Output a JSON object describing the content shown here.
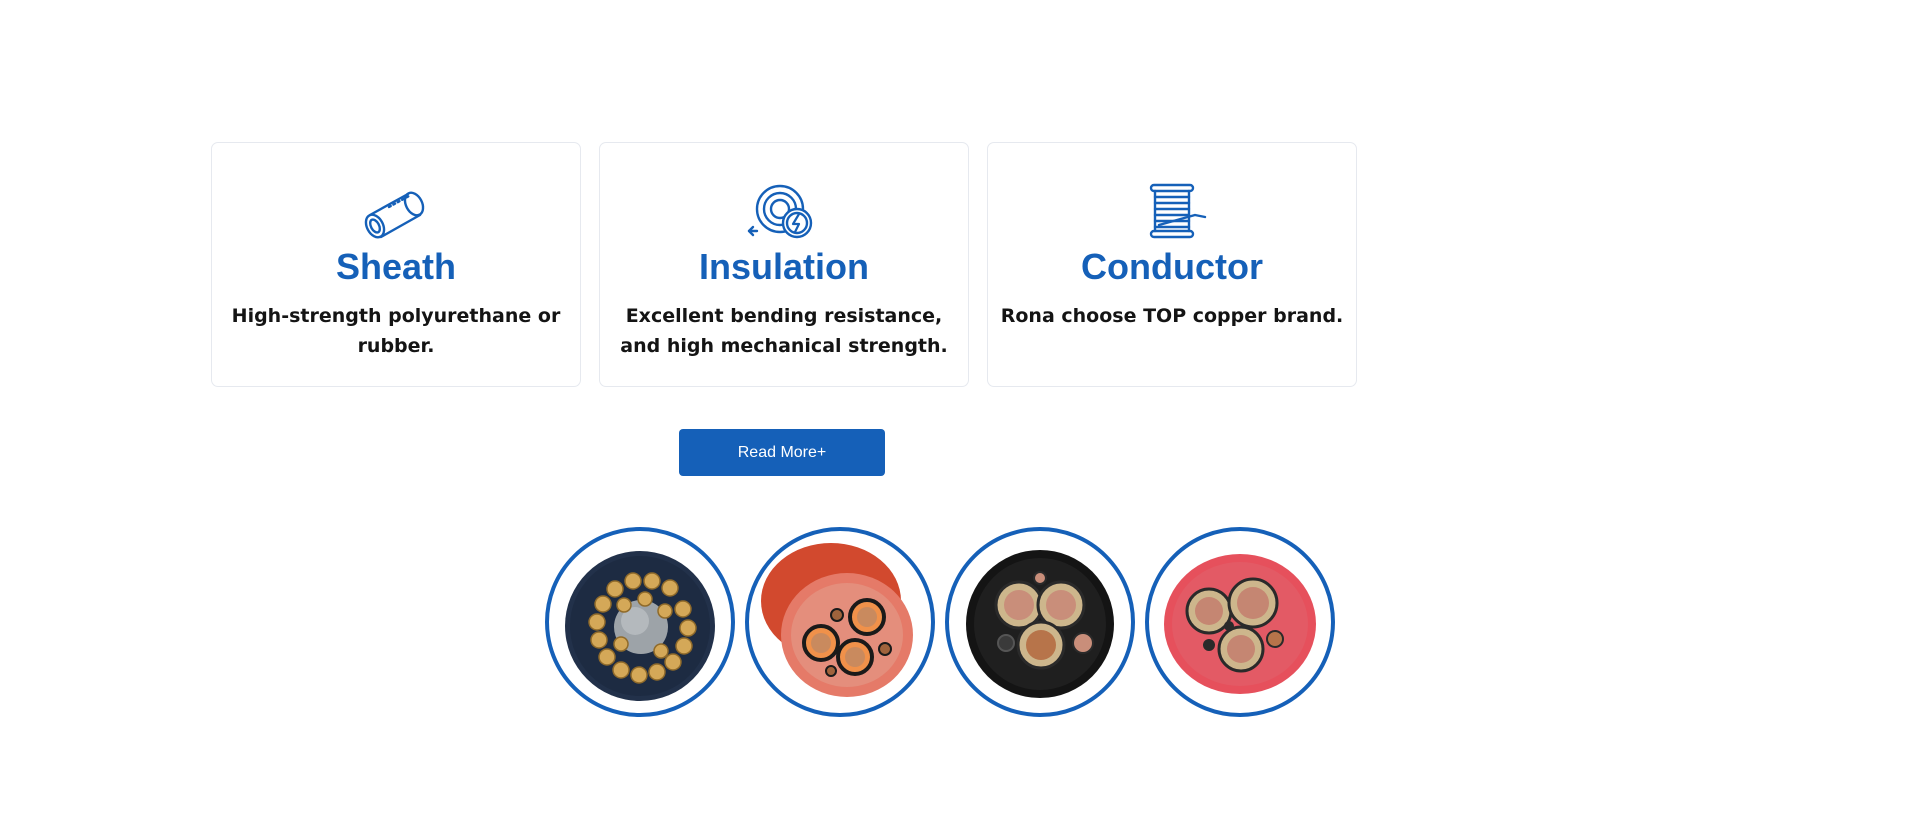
{
  "features": [
    {
      "icon": "cable-sheath-icon",
      "title": "Sheath",
      "description": [
        "High-strength polyurethane or rubber."
      ]
    },
    {
      "icon": "insulation-coil-lightning-icon",
      "title": "Insulation",
      "description": [
        "Excellent bending resistance,",
        "and high mechanical strength."
      ]
    },
    {
      "icon": "wire-spool-icon",
      "title": "Conductor",
      "description": [
        "Rona choose TOP copper brand."
      ]
    }
  ],
  "read_more": {
    "label": "Read More+"
  },
  "cable_images": [
    {
      "name": "cable-cross-section-navy"
    },
    {
      "name": "cable-cross-section-orange"
    },
    {
      "name": "cable-cross-section-black"
    },
    {
      "name": "cable-cross-section-red"
    }
  ],
  "colors": {
    "accent": "#1560b8",
    "text": "#141414",
    "card_border": "#e6e9ef"
  }
}
